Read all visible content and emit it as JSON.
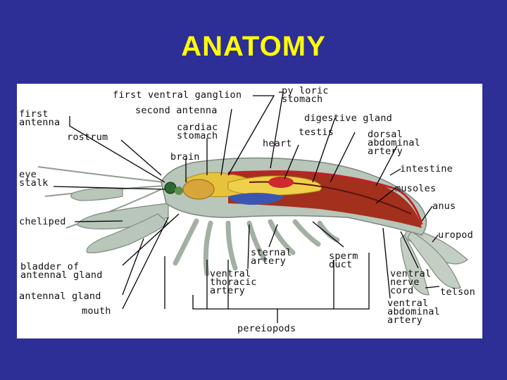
{
  "slide": {
    "title": "ANATOMY"
  },
  "labels": {
    "first_ventral_ganglion": "first ventral ganglion",
    "pyloric_stomach": "py loric\nstomach",
    "second_antenna": "second antenna",
    "first_antenna": "first\nantenna",
    "digestive_gland": "digestive gland",
    "cardiac_stomach": "cardiac\nstomach",
    "rostrum": "rostrum",
    "testis": "testis",
    "dorsal_abdominal_artery": "dorsal\nabdominal\nartery",
    "heart": "heart",
    "brain": "brain",
    "intestine": "intestine",
    "eye_stalk": "eye\nstalk",
    "muscles": "musoles",
    "anus": "anus",
    "cheliped": "cheliped",
    "uropod": "uropod",
    "sternal_artery": "sternal\nartery",
    "sperm_duct": "sperm\nduct",
    "bladder_of_antennal_gland": "bladder of\nantennal gland",
    "ventral_thoracic_artery": "ventral\nthoracic\nartery",
    "ventral_nerve_cord": "ventral\nnerve\ncord",
    "telson": "telson",
    "antennal_gland": "antennal gland",
    "ventral_abdominal_artery": "ventral\nabdominal\nartery",
    "mouth": "mouth",
    "pereiopods": "pereiopods"
  },
  "colors": {
    "background": "#2e2e97",
    "title": "#ffff00",
    "exoskeleton": "#b9c6ba",
    "muscle": "#a2301d",
    "digestive_gland": "#e8c23a",
    "artery": "#c41e2a",
    "nerve": "#3a56b0"
  }
}
